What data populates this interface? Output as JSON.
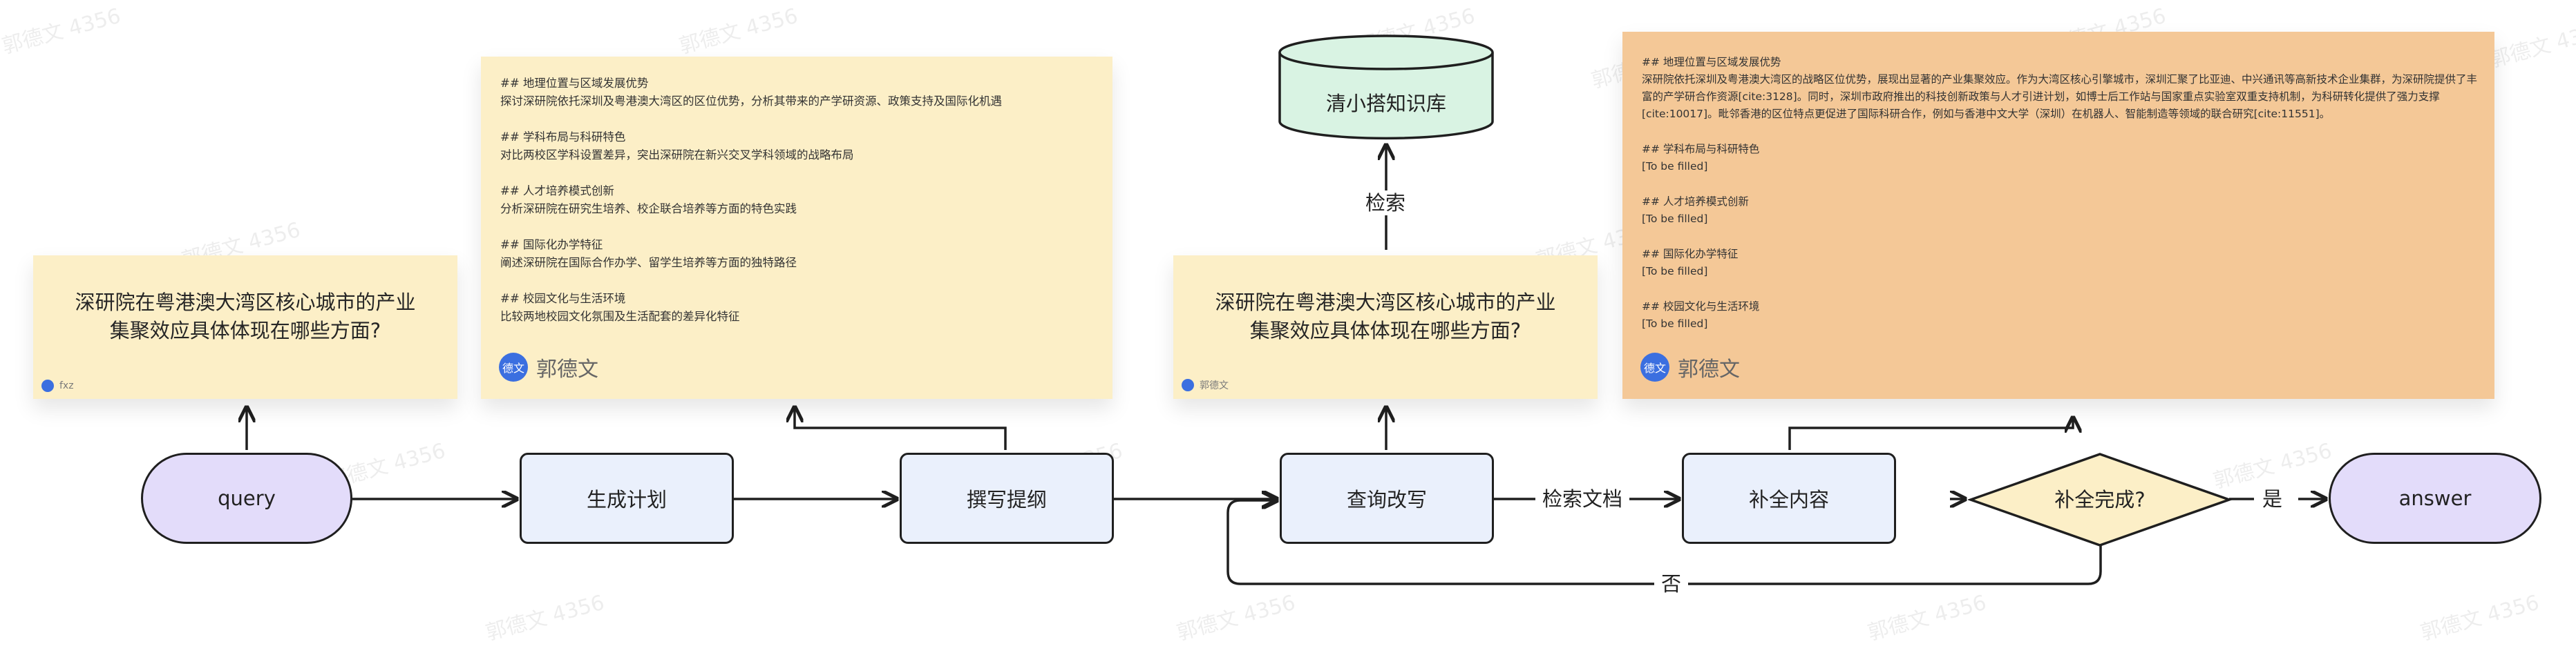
{
  "watermark": "郭德文 4356",
  "nodes": {
    "query": "query",
    "plan": "生成计划",
    "outline": "撰写提纲",
    "rewrite": "查询改写",
    "fill": "补全内容",
    "decision": "补全完成?",
    "answer": "answer",
    "kb": "清小搭知识库"
  },
  "edge_labels": {
    "retrieve": "检索",
    "retrieve_docs": "检索文档",
    "yes": "是",
    "no": "否"
  },
  "cards": {
    "query_card": {
      "text": "深研院在粤港澳大湾区核心城市的产业集聚效应具体体现在哪些方面?",
      "author": "fxz"
    },
    "rewrite_card": {
      "text": "深研院在粤港澳大湾区核心城市的产业集聚效应具体体现在哪些方面?",
      "author": "郭德文"
    },
    "outline_card": {
      "author": "郭德文",
      "avatar": "德文",
      "sections": [
        {
          "heading": "## 地理位置与区域发展优势",
          "body": "探讨深研院依托深圳及粤港澳大湾区的区位优势，分析其带来的产学研资源、政策支持及国际化机遇"
        },
        {
          "heading": "## 学科布局与科研特色",
          "body": "对比两校区学科设置差异，突出深研院在新兴交叉学科领域的战略布局"
        },
        {
          "heading": "## 人才培养模式创新",
          "body": "分析深研院在研究生培养、校企联合培养等方面的特色实践"
        },
        {
          "heading": "## 国际化办学特征",
          "body": "阐述深研院在国际合作办学、留学生培养等方面的独特路径"
        },
        {
          "heading": "## 校园文化与生活环境",
          "body": "比较两地校园文化氛围及生活配套的差异化特征"
        }
      ]
    },
    "fill_card": {
      "author": "郭德文",
      "avatar": "德文",
      "sections": [
        {
          "heading": "## 地理位置与区域发展优势",
          "body": "深研院依托深圳及粤港澳大湾区的战略区位优势，展现出显著的产业集聚效应。作为大湾区核心引擎城市，深圳汇聚了比亚迪、中兴通讯等高新技术企业集群，为深研院提供了丰富的产学研合作资源[cite:3128]。同时，深圳市政府推出的科技创新政策与人才引进计划，如博士后工作站与国家重点实验室双重支持机制，为科研转化提供了强力支撑[cite:10017]。毗邻香港的区位特点更促进了国际科研合作，例如与香港中文大学（深圳）在机器人、智能制造等领域的联合研究[cite:11551]。"
        },
        {
          "heading": "## 学科布局与科研特色",
          "body": "[To be filled]"
        },
        {
          "heading": "## 人才培养模式创新",
          "body": "[To be filled]"
        },
        {
          "heading": "## 国际化办学特征",
          "body": "[To be filled]"
        },
        {
          "heading": "## 校园文化与生活环境",
          "body": "[To be filled]"
        }
      ]
    }
  },
  "colors": {
    "card_yellow": "#fcefc7",
    "card_orange": "#f4c897",
    "node_blue": "#eaf0fc",
    "node_purple": "#e3dcfa",
    "decision_yellow": "#fcefc7",
    "db_green": "#d9f3e3",
    "avatar_blue": "#3b6fe0"
  }
}
